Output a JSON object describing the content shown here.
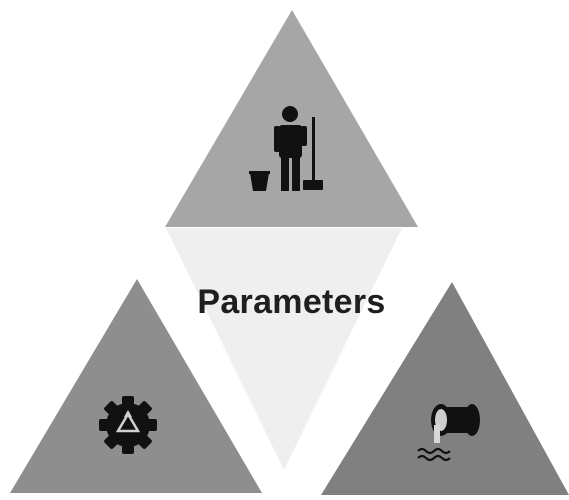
{
  "diagram": {
    "center_label": "Parameters",
    "nodes": [
      {
        "name": "top",
        "icon": "janitor-mop-bucket-icon",
        "color": "#a6a6a6"
      },
      {
        "name": "bottom-left",
        "icon": "gear-recycle-icon",
        "color": "#8e8e8e"
      },
      {
        "name": "bottom-right",
        "icon": "pipe-wastewater-icon",
        "color": "#808080"
      }
    ],
    "center_triangle_color": "#efefef",
    "icon_color": "#111111"
  }
}
